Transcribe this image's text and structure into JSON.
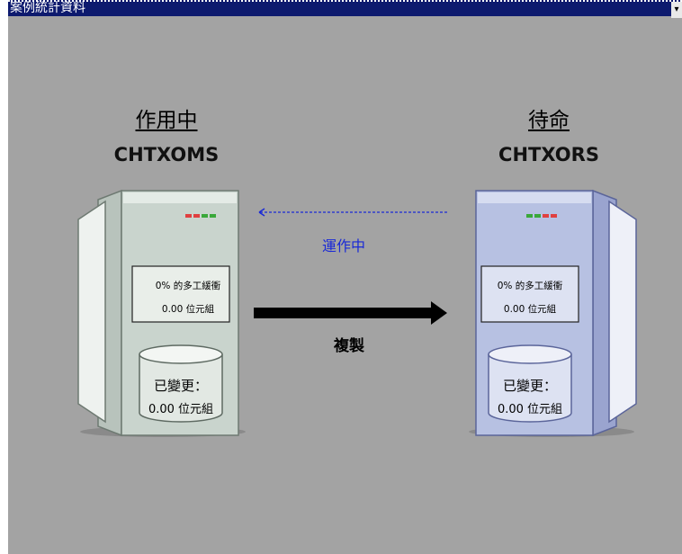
{
  "window": {
    "title": "案例統計資料"
  },
  "active": {
    "role": "作用中",
    "hostname": "CHTXOMS",
    "stat_line1": "0% 的多工緩衝",
    "stat_line2": "0.00 位元組",
    "changed_label": "已變更：",
    "changed_value": "0.00 位元組",
    "led_colors": [
      "#e04040",
      "#e04040",
      "#3aa83a",
      "#3aa83a"
    ]
  },
  "standby": {
    "role": "待命",
    "hostname": "CHTXORS",
    "stat_line1": "0% 的多工緩衝",
    "stat_line2": "0.00 位元組",
    "changed_label": "已變更：",
    "changed_value": "0.00 位元組",
    "led_colors": [
      "#3aa83a",
      "#3aa83a",
      "#e04040",
      "#e04040"
    ]
  },
  "links": {
    "heartbeat_label": "運作中",
    "replication_label": "複製"
  },
  "colors": {
    "panel_bg": "#a3a3a3",
    "titlebar_bg": "#0d1a6e",
    "active_server": "#c9d4cd",
    "standby_server": "#b7c1e2",
    "heartbeat": "#1a2ad6"
  }
}
